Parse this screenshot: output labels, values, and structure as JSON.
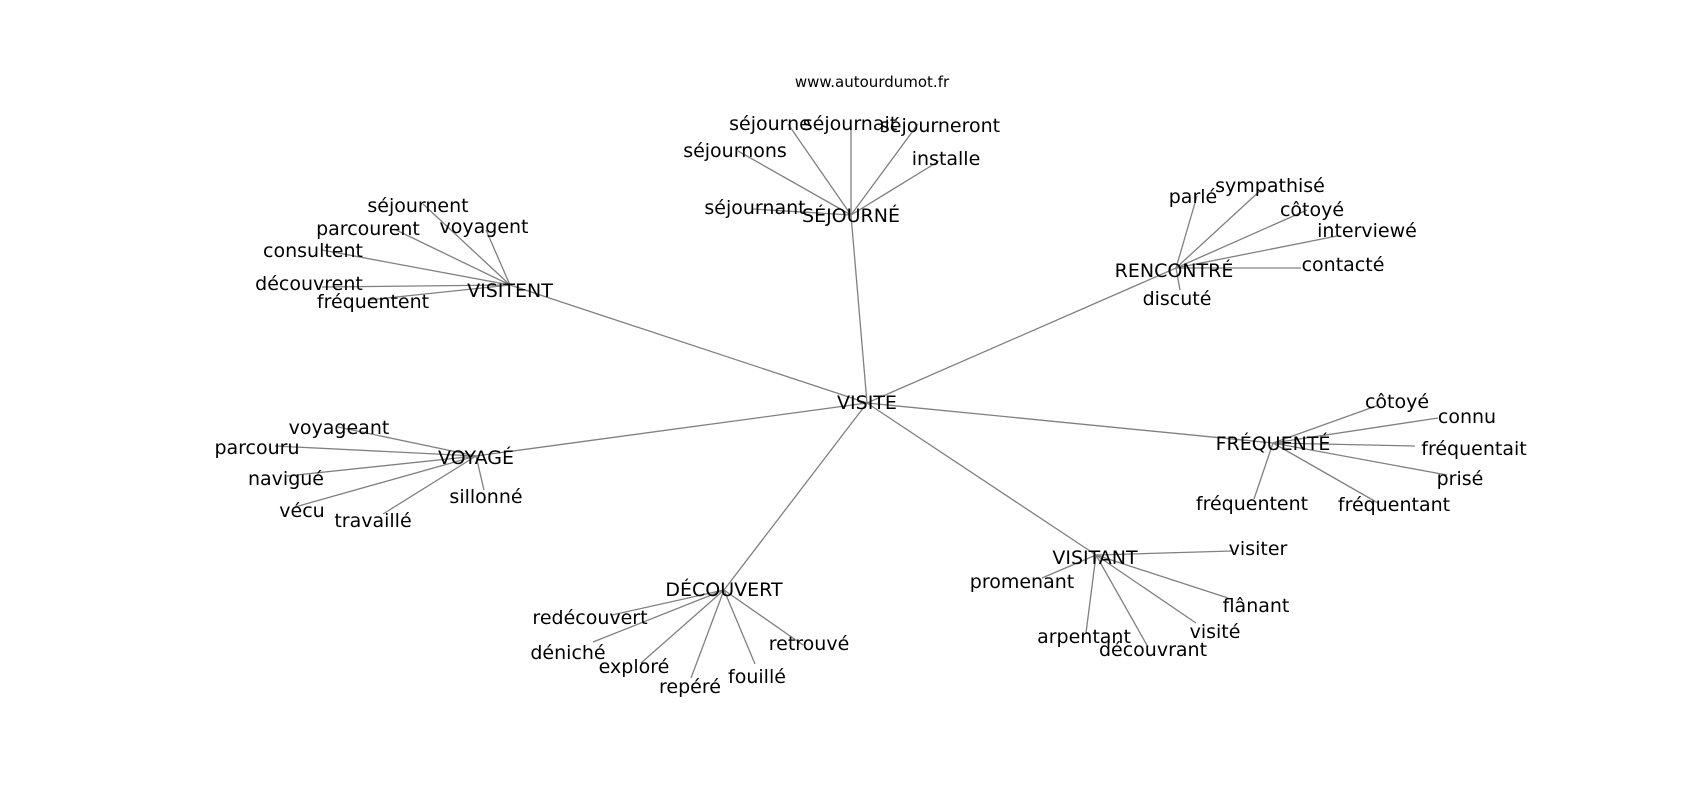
{
  "source": "www.autourdumot.fr",
  "center": "VISITE",
  "edge_color": "#808080",
  "groups": [
    {
      "word": "SÉJOURNÉ",
      "children": [
        "séjourne",
        "séjournait",
        "séjourneront",
        "installe",
        "séjournons",
        "séjournant"
      ]
    },
    {
      "word": "VISITENT",
      "children": [
        "séjournent",
        "parcourent",
        "voyagent",
        "consultent",
        "découvrent",
        "fréquentent"
      ]
    },
    {
      "word": "RENCONTRÉ",
      "children": [
        "parlé",
        "sympathisé",
        "côtoyé",
        "interviewé",
        "contacté",
        "discuté"
      ]
    },
    {
      "word": "VOYAGÉ",
      "children": [
        "voyageant",
        "parcouru",
        "navigué",
        "vécu",
        "travaillé",
        "sillonné"
      ]
    },
    {
      "word": "FRÉQUENTÉ",
      "children": [
        "côtoyé",
        "connu",
        "fréquentait",
        "prisé",
        "fréquentant",
        "fréquentent"
      ]
    },
    {
      "word": "VISITANT",
      "children": [
        "visiter",
        "promenant",
        "flânant",
        "visité",
        "arpentant",
        "découvrant"
      ]
    },
    {
      "word": "DÉCOUVERT",
      "children": [
        "redécouvert",
        "déniché",
        "exploré",
        "repéré",
        "fouillé",
        "retrouvé"
      ]
    }
  ]
}
